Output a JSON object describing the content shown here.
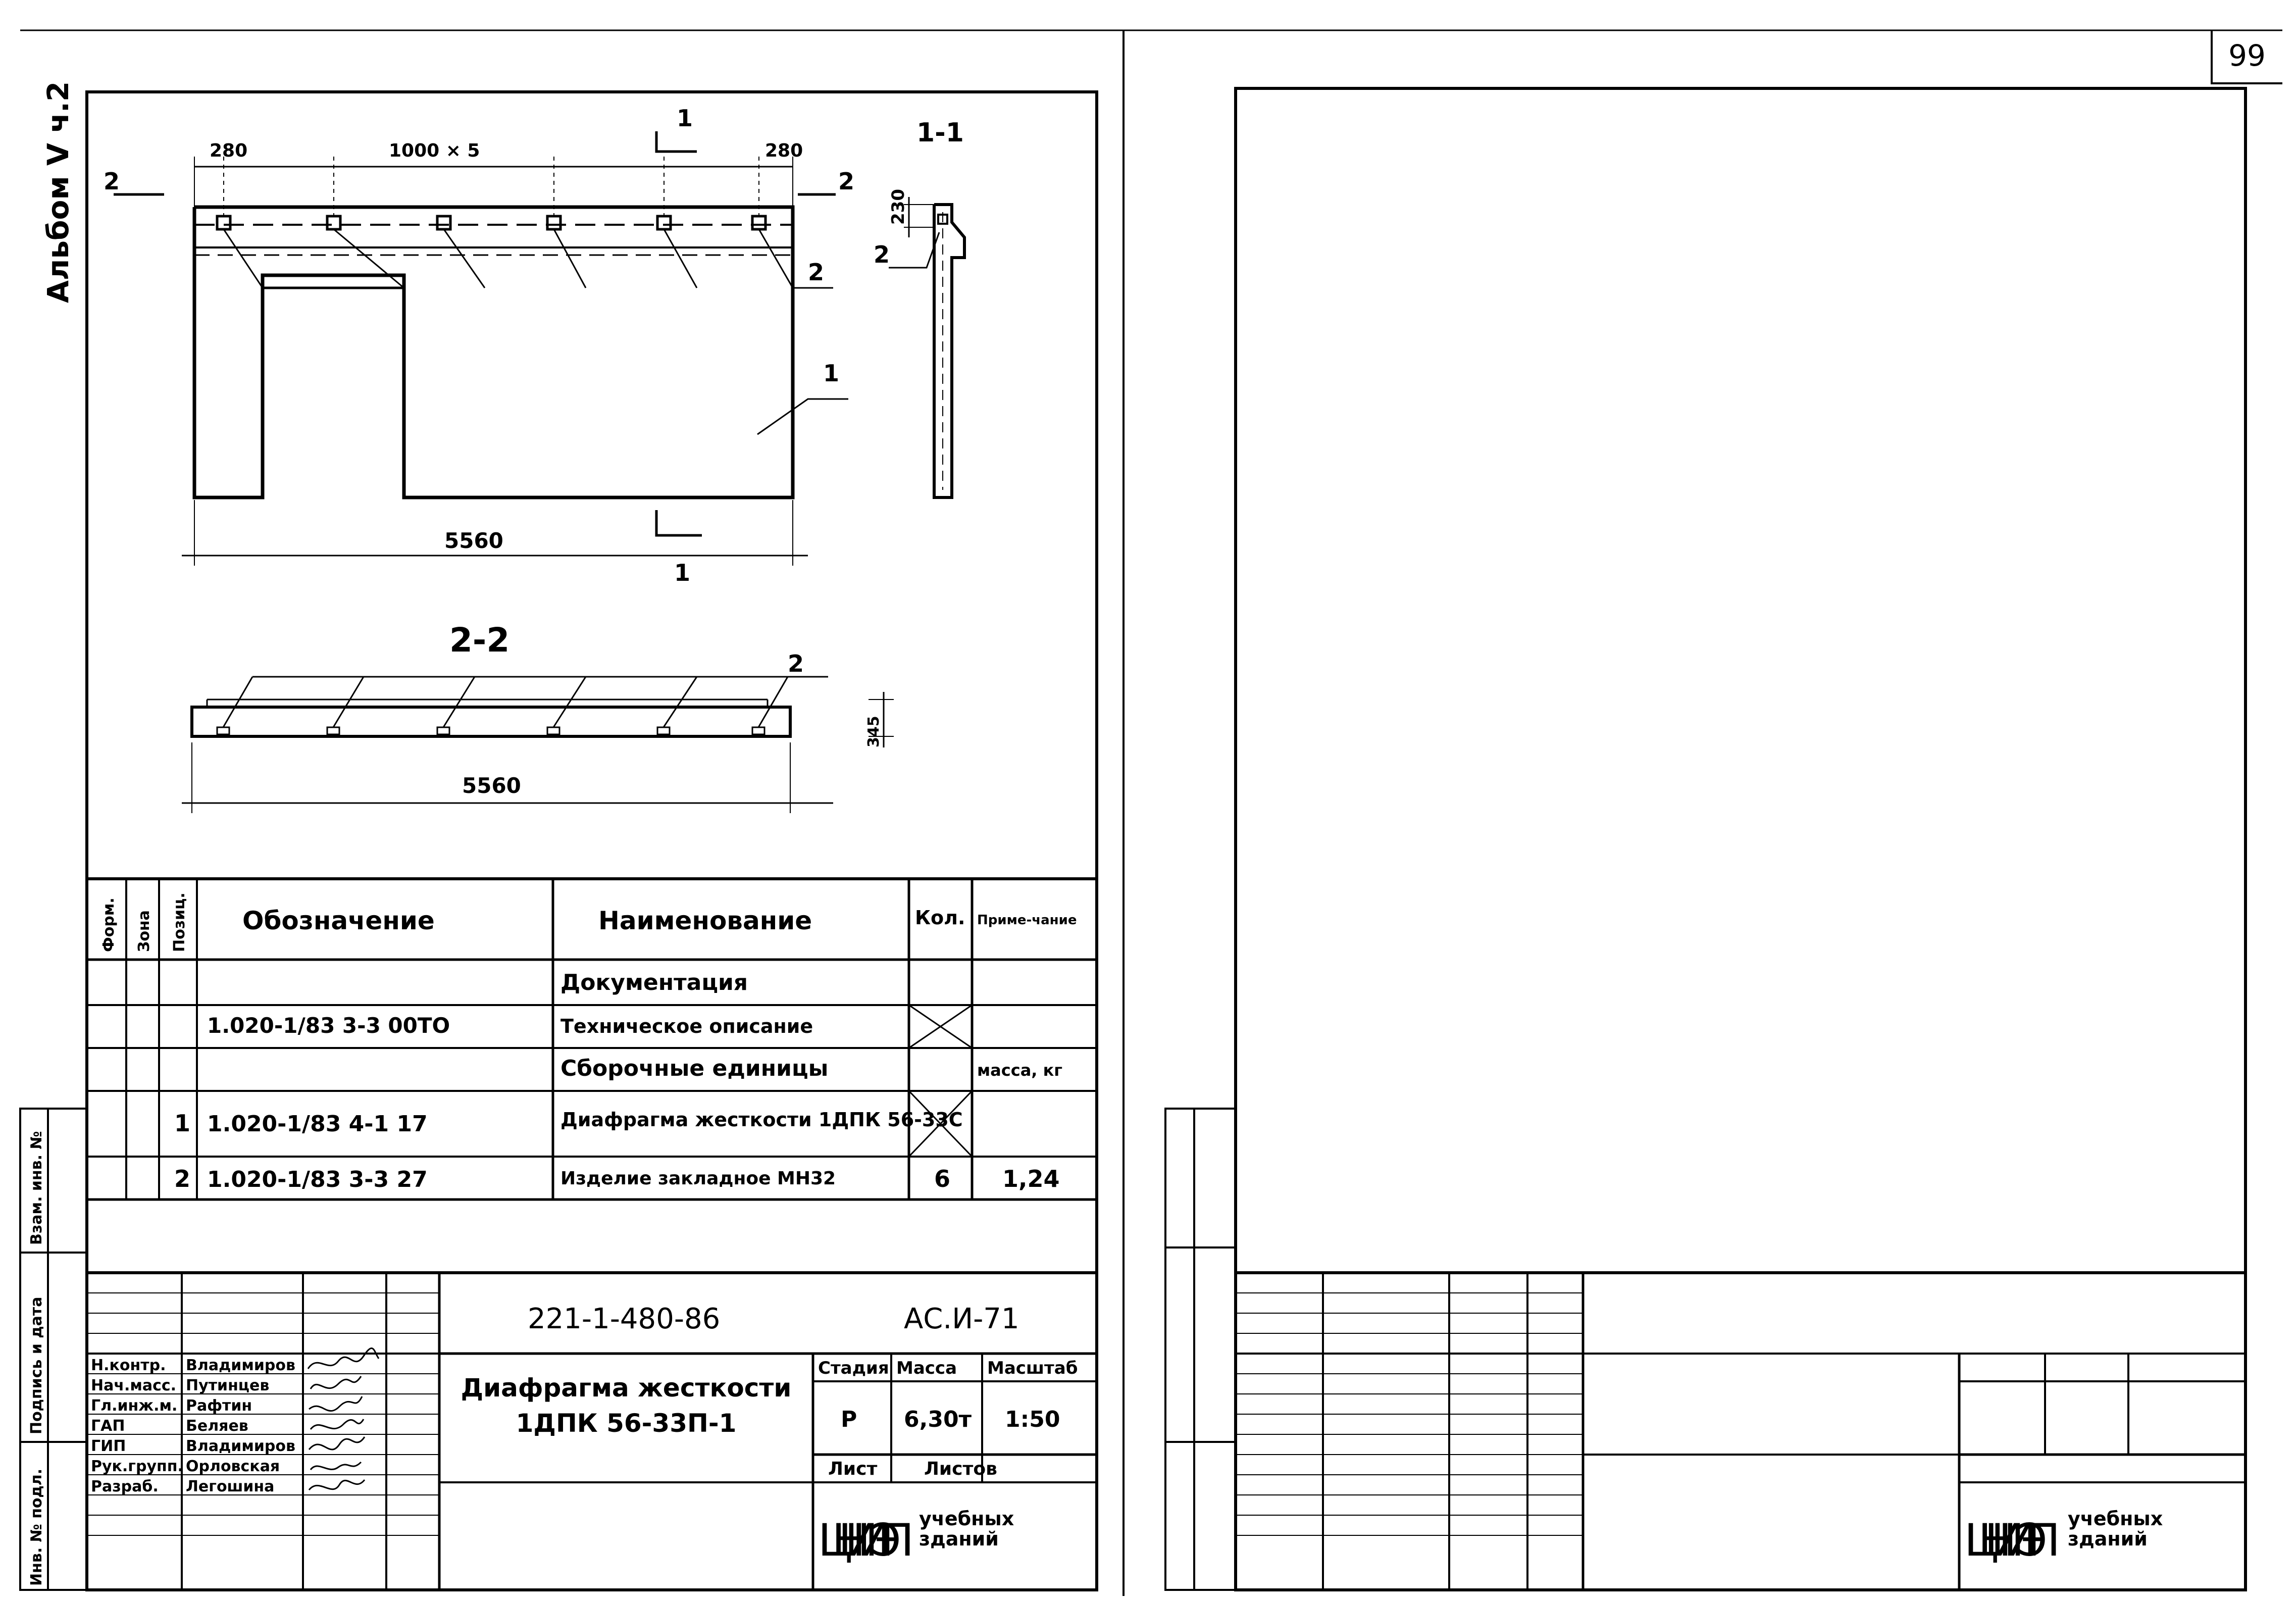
{
  "page_number": "99",
  "album": "Альбом V ч.2",
  "drawing": {
    "dims": {
      "d280_left": "280",
      "d1000x5": "1000 × 5",
      "d280_right": "280",
      "d230": "230",
      "d5560_top": "5560",
      "d5560_bottom": "5560",
      "d345": "345"
    },
    "section_11": "1-1",
    "section_22": "2-2",
    "marks": {
      "cut1": "1",
      "cut1_bottom": "1",
      "cut2_left": "2",
      "cut2_right": "2",
      "pos1": "1",
      "pos2_elev": "2",
      "pos2_section11": "2",
      "pos2_section22": "2"
    }
  },
  "spec_table": {
    "headers": {
      "format": "Форм.",
      "zone": "Зона",
      "position": "Позиц.",
      "designation": "Обозначение",
      "name": "Наименование",
      "qty": "Кол.",
      "note": "Приме-чание"
    },
    "rows": [
      {
        "pos": "",
        "designation": "",
        "name": "Документация",
        "qty": "",
        "note": ""
      },
      {
        "pos": "",
        "designation": "1.020-1/83 3-3 00ТО",
        "name": "Техническое описание",
        "qty": "",
        "note": ""
      },
      {
        "pos": "",
        "designation": "",
        "name": "Сборочные единицы",
        "qty": "",
        "note": "масса, кг"
      },
      {
        "pos": "1",
        "designation": "1.020-1/83 4-1 17",
        "name": "Диафрагма жесткости 1ДПК 56-33С",
        "qty": "",
        "note": ""
      },
      {
        "pos": "2",
        "designation": "1.020-1/83 3-3 27",
        "name": "Изделие закладное МН32",
        "qty": "6",
        "note": "1,24"
      }
    ]
  },
  "title_block": {
    "code": "221-1-480-86",
    "sheet_code": "АС.И-71",
    "title_line1": "Диафрагма жесткости",
    "title_line2": "1ДПК 56-33П-1",
    "stage_label": "Стадия",
    "mass_label": "Масса",
    "scale_label": "Масштаб",
    "stage": "Р",
    "mass": "6,30т",
    "scale": "1:50",
    "sheet_label": "Лист",
    "sheets_label": "Листов",
    "org_main": "ЦНИИЭП",
    "org_sub1": "учебных",
    "org_sub2": "зданий",
    "people": [
      {
        "role": "Н.контр.",
        "name": "Владимиров"
      },
      {
        "role": "Нач.масс.",
        "name": "Путинцев"
      },
      {
        "role": "Гл.инж.м.",
        "name": "Рафтин"
      },
      {
        "role": "ГАП",
        "name": "Беляев"
      },
      {
        "role": "ГИП",
        "name": "Владимиров"
      },
      {
        "role": "Рук.групп.",
        "name": "Орловская"
      },
      {
        "role": "Разраб.",
        "name": "Легошина"
      }
    ]
  },
  "side_labels": {
    "inv_no": "Инв. № подл.",
    "sign_date": "Подпись и дата",
    "replace_inv": "Взам. инв. №"
  },
  "right_sheet": {
    "org_main": "ЦНИИЭП",
    "org_sub1": "учебных",
    "org_sub2": "зданий"
  }
}
